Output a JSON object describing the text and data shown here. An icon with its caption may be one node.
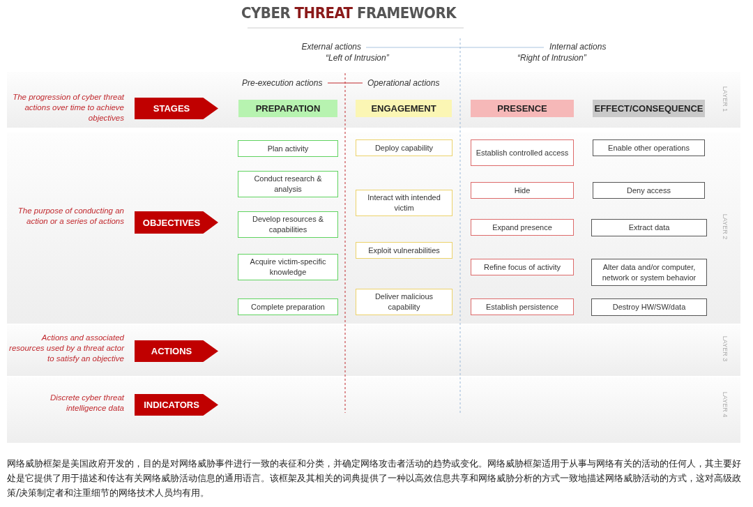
{
  "diagram": {
    "title": "CYBER THREAT FRAMEWORK",
    "caption": "网络威胁框架是美国政府开发的，目的是对网络威胁事件进行一致的表征和分类，并确定网络攻击者活动的趋势或变化。网络威胁框架适用于从事与网络有关的活动的任何人，其主要好处是它提供了用于描述和传达有关网络威胁活动信息的通用语言。该框架及其相关的词典提供了一种以高效信息共享和网络威胁分析的方式一致地描述网络威胁活动的方式，这对高级政策/决策制定者和注重细节的网络技术人员均有用。",
    "nodes": [
      {
        "text": [
          "STAGES"
        ],
        "beside": [
          "The progression of cyber threat actions over time to achieve objectives"
        ]
      },
      {
        "text": [
          "PREPARATION"
        ]
      },
      {
        "text": [
          "ENGAGEMENT"
        ]
      },
      {
        "text": [
          "PRESENCE"
        ]
      },
      {
        "text": [
          "EFFECT/CONSEQUENCE"
        ]
      },
      {
        "text": [
          "OBJECTIVES"
        ],
        "beside": [
          "The purpose of conducting an action or a series of actions"
        ]
      },
      {
        "text": [
          "Plan activity"
        ]
      },
      {
        "text": [
          "Conduct research & analysis"
        ]
      },
      {
        "text": [
          "Develop resources & capabilities"
        ]
      },
      {
        "text": [
          "Acquire victim-specific knowledge"
        ]
      },
      {
        "text": [
          "Complete preparation"
        ]
      },
      {
        "text": [
          "Deploy capability"
        ]
      },
      {
        "text": [
          "Interact with intended victim"
        ]
      },
      {
        "text": [
          "Exploit vulnerabilities"
        ]
      },
      {
        "text": [
          "Deliver malicious capability"
        ]
      },
      {
        "text": [
          "Establish controlled access"
        ]
      },
      {
        "text": [
          "Hide"
        ]
      },
      {
        "text": [
          "Expand presence"
        ]
      },
      {
        "text": [
          "Refine focus of activity"
        ]
      },
      {
        "text": [
          "Establish persistence"
        ]
      },
      {
        "text": [
          "Enable other operations"
        ]
      },
      {
        "text": [
          "Deny access"
        ]
      },
      {
        "text": [
          "Extract data"
        ]
      },
      {
        "text": [
          "Alter data and/or computer, network or system behavior"
        ]
      },
      {
        "text": [
          "Destroy HW/SW/data"
        ]
      },
      {
        "text": [
          "ACTIONS"
        ],
        "beside": [
          "Actions and associated resources used by a threat actor to satisfy an objective"
        ]
      },
      {
        "text": [
          "INDICATORS"
        ],
        "beside": [
          "Discrete cyber threat intelligence data"
        ]
      }
    ],
    "labels": [
      "External actions",
      "Internal actions",
      "“Left of Intrusion”",
      "“Right of Intrusion”",
      "Pre-execution actions",
      "Operational actions",
      "LAYER 1",
      "LAYER 2",
      "LAYER 3",
      "LAYER 4"
    ]
  }
}
